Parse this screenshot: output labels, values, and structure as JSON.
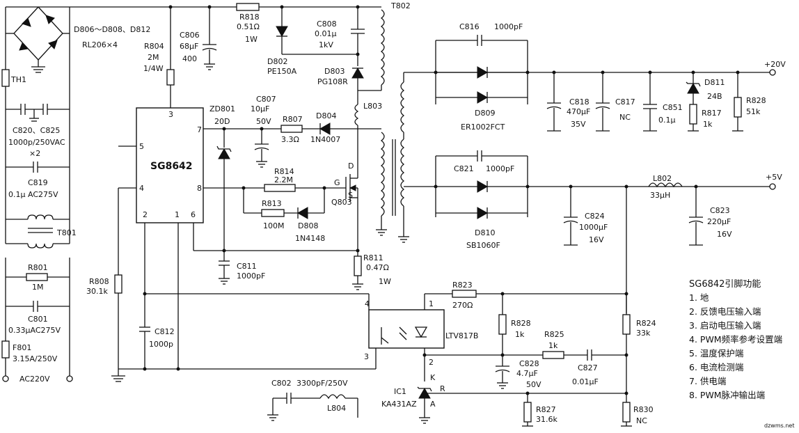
{
  "labels": {
    "bridge": "D806～D808、D812",
    "rl206": "RL206×4",
    "th1": "TH1",
    "c820": "C820、C825",
    "c820v": "1000p/250VAC",
    "x2": "×2",
    "c819": "C819",
    "c819v": "0.1μ  AC275V",
    "t801": "T801",
    "r801": "R801",
    "r801v": "1M",
    "c801": "C801",
    "c801v": "0.33μAC275V",
    "f801": "F801",
    "f801v": "3.15A/250V",
    "ac220": "AC220V",
    "r804": "R804",
    "r804v": "2M",
    "r804w": "1/4W",
    "c806": "C806",
    "c806v": "68μF",
    "c806w": "400",
    "r818": "R818",
    "r818v": "0.51Ω",
    "r818w": "1W",
    "d802": "D802",
    "d802v": "PE150A",
    "c808": "C808",
    "c808v": "0.01μ",
    "c808w": "1kV",
    "d803": "D803",
    "d803v": "PG108R",
    "t802": "T802",
    "l803": "L803",
    "sg": "SG8642",
    "zd801": "ZD801",
    "zd801v": "20D",
    "c807": "C807",
    "c807v": "10μF",
    "c807w": "50V",
    "r807": "R807",
    "r807v": "3.3Ω",
    "d804": "D804",
    "d804v": "1N4007",
    "r814": "R814",
    "r814v": "2.2M",
    "r813": "R813",
    "r813v": "100M",
    "d808": "D808",
    "d808v": "1N4148",
    "q803": "Q803",
    "g": "G",
    "d": "D",
    "s": "S",
    "c811": "C811",
    "c811v": "1000pF",
    "r811": "R811",
    "r811v": "0.47Ω",
    "r811w": "1W",
    "r808": "R808",
    "r808v": "30.1k",
    "c812": "C812",
    "c812v": "1000p",
    "c816": "C816",
    "c816v": "1000pF",
    "d809": "D809",
    "d809v": "ER1002FCT",
    "c818": "C818",
    "c818v": "470μF",
    "c818w": "35V",
    "c817": "C817",
    "c817v": "NC",
    "c851": "C851",
    "c851v": "0.1μ",
    "d811": "D811",
    "d811v": "24B",
    "r817": "R817",
    "r817v": "1k",
    "r828a": "R828",
    "r828av": "51k",
    "v20": "+20V",
    "c821": "C821",
    "c821v": "1000pF",
    "d810": "D810",
    "d810v": "SB1060F",
    "c824": "C824",
    "c824v": "1000μF",
    "c824w": "16V",
    "l802": "L802",
    "l802v": "33μH",
    "c823": "C823",
    "c823v": "220μF",
    "c823w": "16V",
    "v5": "+5V",
    "r823": "R823",
    "r823v": "270Ω",
    "ltv": "LTV817B",
    "r828b": "R828",
    "r828bv": "1k",
    "r825": "R825",
    "r825v": "1k",
    "r824": "R824",
    "r824v": "33k",
    "c828": "C828",
    "c828v": "4.7μF",
    "c828w": "50V",
    "c827": "C827",
    "c827v": "0.01μF",
    "ic1": "IC1",
    "ic1v": "KA431AZ",
    "k": "K",
    "a": "A",
    "r": "R",
    "r827": "R827",
    "r827v": "31.6k",
    "r830": "R830",
    "r830v": "NC",
    "c802": "C802",
    "c802v": "3300pF/250V",
    "l804": "L804",
    "pin1": "1",
    "pin2": "2",
    "pin3": "3",
    "pin4": "4",
    "pin5": "5",
    "pin6": "6",
    "pin7": "7",
    "pin8": "8",
    "opto1": "1",
    "opto2": "2",
    "opto3": "3",
    "opto4": "4"
  },
  "legend": {
    "title": "SG6842引脚功能",
    "items": [
      "1. 地",
      "2. 反馈电压输入端",
      "3. 启动电压输入端",
      "4. PWM频率参考设置端",
      "5. 温度保护端",
      "6. 电流检测端",
      "7. 供电端",
      "8. PWM脉冲输出端"
    ]
  },
  "watermark": "dzwms.net"
}
